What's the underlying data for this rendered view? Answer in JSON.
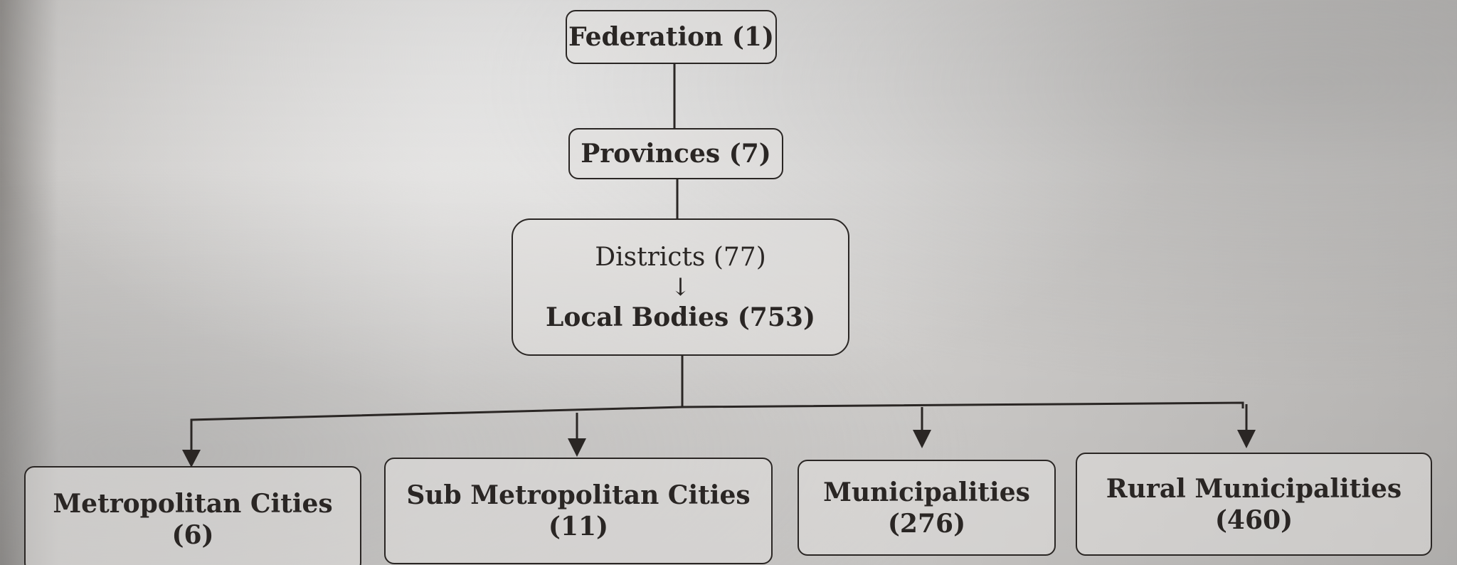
{
  "diagram": {
    "federation": {
      "label": "Federation (1)"
    },
    "provinces": {
      "label": "Provinces (7)"
    },
    "districts": {
      "label": "Districts (77)",
      "arrow": "↓",
      "local_bodies": "Local Bodies (753)"
    },
    "children": [
      {
        "label": "Metropolitan Cities",
        "count": "(6)"
      },
      {
        "label": "Sub Metropolitan Cities",
        "count": "(11)"
      },
      {
        "label": "Municipalities",
        "count": "(276)"
      },
      {
        "label": "Rural Municipalities",
        "count": "(460)"
      }
    ]
  },
  "colors": {
    "ink": "#2a2624",
    "paper": "#d8d6d4"
  }
}
